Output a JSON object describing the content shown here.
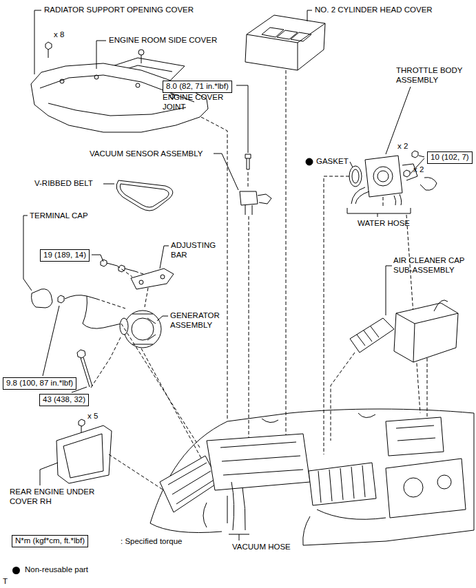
{
  "diagram": {
    "nodes": [
      {
        "text": [
          "8.0 (82, 71 in.*lbf)"
        ]
      },
      {
        "text": [
          "10 (102, 7)"
        ]
      },
      {
        "text": [
          "19 (189, 14)"
        ]
      },
      {
        "text": [
          "9.8 (100, 87 in.*lbf)"
        ]
      },
      {
        "text": [
          "43 (438, 32)"
        ]
      },
      {
        "text": [
          "N*m (kgf*cm, ft.*lbf)"
        ]
      }
    ],
    "labels": [
      "RADIATOR SUPPORT OPENING COVER",
      "x 8",
      "ENGINE ROOM SIDE COVER",
      "NO. 2 CYLINDER HEAD COVER",
      "ENGINE COVER JOINT",
      "THROTTLE BODY ASSEMBLY",
      "GASKET",
      "x 2",
      "x 2",
      "VACUUM SENSOR ASSEMBLY",
      "V-RIBBED BELT",
      "WATER HOSE",
      "TERMINAL CAP",
      "ADJUSTING BAR",
      "GENERATOR ASSEMBLY",
      "AIR CLEANER CAP SUB-ASSEMBLY",
      "x 5",
      "REAR ENGINE UNDER COVER RH",
      "VACUUM HOSE",
      ": Specified torque",
      "T"
    ],
    "legend": [
      {
        "text": "Non-reusable part",
        "color": "#000000"
      }
    ]
  }
}
